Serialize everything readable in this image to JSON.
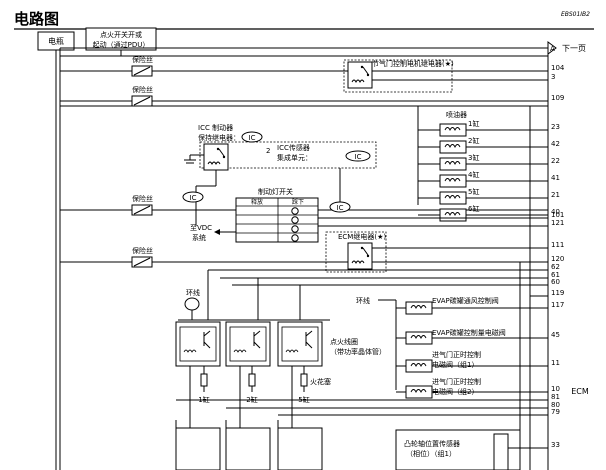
{
  "title": "电路图",
  "code": "EBS01IB2",
  "top_boxes": {
    "battery": "电瓶",
    "ignition_1": "点火开关开或",
    "ignition_2": "起动（通过PDU）"
  },
  "next_page": {
    "marker": "A",
    "label": "下一页"
  },
  "fuse_label": "保险丝",
  "components": {
    "throttle_relay": "节气门控制电机继电器(★)",
    "icc_brake_1": "ICC 制动器",
    "icc_brake_2": "保持继电器：",
    "icc_sensor_1": "ICC传感器",
    "icc_sensor_2": "集成单元：",
    "ic": "IC",
    "pin_2": "2",
    "injector": "喷油器",
    "cylinders": [
      "1缸",
      "2缸",
      "3缸",
      "4缸",
      "5缸",
      "6缸"
    ],
    "brake_switch": "制动灯开关",
    "brake_col1": "释放",
    "brake_col2": "踩下",
    "to_vdc_1": "至VDC",
    "to_vdc_2": "系统",
    "ecm_relay": "ECM继电器(★)",
    "ring_1": "环线",
    "ring_2": "环线",
    "evap_vent": "EVAP碳罐通风控制阀",
    "evap_purge": "EVAP碳罐控制量电磁阀",
    "ivt1_1": "进气门正时控制",
    "ivt1_2": "电磁阀（组1）",
    "ivt2_1": "进气门正时控制",
    "ivt2_2": "电磁阀（组2）",
    "ecm": "ECM",
    "ign_coil_1": "点火线圈",
    "ign_coil_2": "（带功率晶体管）",
    "spark_plug": "火花塞",
    "coil_cyl": [
      "1缸",
      "2缸",
      "5缸"
    ],
    "cam_sensor_1": "凸轮轴位置传感器",
    "cam_sensor_2": "（相位）（组1）"
  },
  "pins": [
    "104",
    "3",
    "109",
    "23",
    "42",
    "22",
    "41",
    "21",
    "40",
    "101",
    "121",
    "111",
    "120",
    "62",
    "61",
    "60",
    "119",
    "117",
    "45",
    "11",
    "10",
    "81",
    "80",
    "79",
    "33"
  ]
}
